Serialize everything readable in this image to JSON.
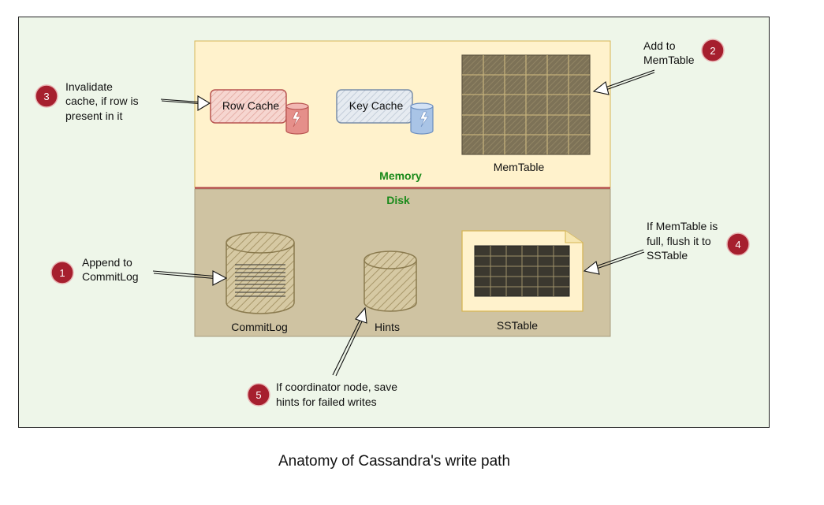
{
  "zones": {
    "memory_label": "Memory",
    "disk_label": "Disk"
  },
  "memory": {
    "row_cache_label": "Row Cache",
    "key_cache_label": "Key Cache",
    "memtable_label": "MemTable"
  },
  "disk": {
    "commitlog_label": "CommitLog",
    "hints_label": "Hints",
    "sstable_label": "SSTable"
  },
  "steps": [
    {
      "number": "1",
      "lines": [
        "Append to",
        "CommitLog"
      ]
    },
    {
      "number": "2",
      "lines": [
        "Add to",
        "MemTable"
      ]
    },
    {
      "number": "3",
      "lines": [
        "Invalidate",
        "cache, if row is",
        "present in it"
      ]
    },
    {
      "number": "4",
      "lines": [
        "If MemTable is",
        "full, flush it to",
        "SSTable"
      ]
    },
    {
      "number": "5",
      "lines": [
        "If coordinator node, save",
        "hints for failed writes"
      ]
    }
  ],
  "caption": "Anatomy of Cassandra's write path",
  "colors": {
    "canvas_bg": "#eef6e9",
    "memory_bg": "#fff2cc",
    "disk_bg": "#cfc3a2",
    "badge": "#a61f2e",
    "zone_text": "#1a8a1a",
    "row_cache": "#f5c9c3",
    "key_cache": "#dfe6ee",
    "memtable_grid": "#8a7e62"
  }
}
